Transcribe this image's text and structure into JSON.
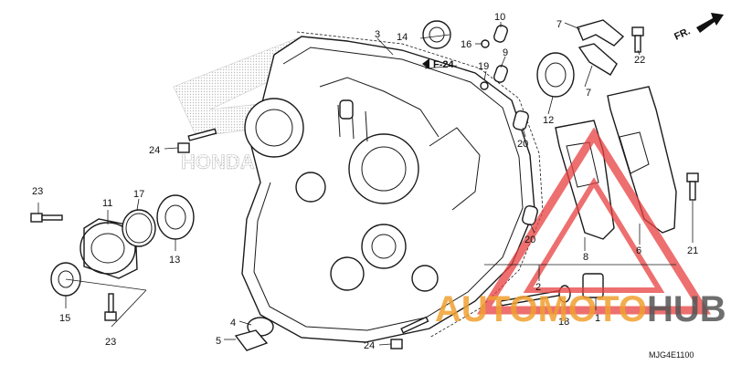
{
  "diagram": {
    "reference": "F-24",
    "direction_label": "FR.",
    "drawing_code": "MJG4E1100",
    "watermark": {
      "part1": "AUTOMOTO",
      "part2": "HUB",
      "color1": "#f0a030",
      "color2": "#555555",
      "triangle_color": "#e84040"
    },
    "logo_text": "HONDA",
    "callouts": [
      {
        "id": "c1",
        "text": "1"
      },
      {
        "id": "c2",
        "text": "2"
      },
      {
        "id": "c3",
        "text": "3"
      },
      {
        "id": "c4",
        "text": "4"
      },
      {
        "id": "c5",
        "text": "5"
      },
      {
        "id": "c6",
        "text": "6"
      },
      {
        "id": "c7a",
        "text": "7"
      },
      {
        "id": "c7b",
        "text": "7"
      },
      {
        "id": "c8",
        "text": "8"
      },
      {
        "id": "c9",
        "text": "9"
      },
      {
        "id": "c10",
        "text": "10"
      },
      {
        "id": "c11",
        "text": "11"
      },
      {
        "id": "c12",
        "text": "12"
      },
      {
        "id": "c13",
        "text": "13"
      },
      {
        "id": "c14",
        "text": "14"
      },
      {
        "id": "c15",
        "text": "15"
      },
      {
        "id": "c16",
        "text": "16"
      },
      {
        "id": "c17",
        "text": "17"
      },
      {
        "id": "c18",
        "text": "18"
      },
      {
        "id": "c19",
        "text": "19"
      },
      {
        "id": "c20a",
        "text": "20"
      },
      {
        "id": "c20b",
        "text": "20"
      },
      {
        "id": "c21",
        "text": "21"
      },
      {
        "id": "c22",
        "text": "22"
      },
      {
        "id": "c23a",
        "text": "23"
      },
      {
        "id": "c23b",
        "text": "23"
      },
      {
        "id": "c24a",
        "text": "24"
      },
      {
        "id": "c24b",
        "text": "24"
      }
    ]
  }
}
